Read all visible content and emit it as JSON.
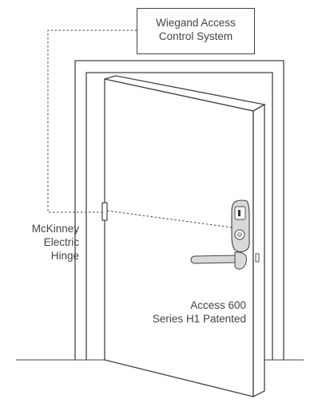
{
  "labels": {
    "access_control_line1": "Wiegand Access",
    "access_control_line2": "Control System",
    "hinge_line1": "McKinney",
    "hinge_line2": "Electric",
    "hinge_line3": "Hinge",
    "lock_line1": "Access 600",
    "lock_line2": "Series H1 Patented"
  },
  "colors": {
    "line": "#444444",
    "background": "#ffffff",
    "lock_body": "#d9d9d9"
  }
}
